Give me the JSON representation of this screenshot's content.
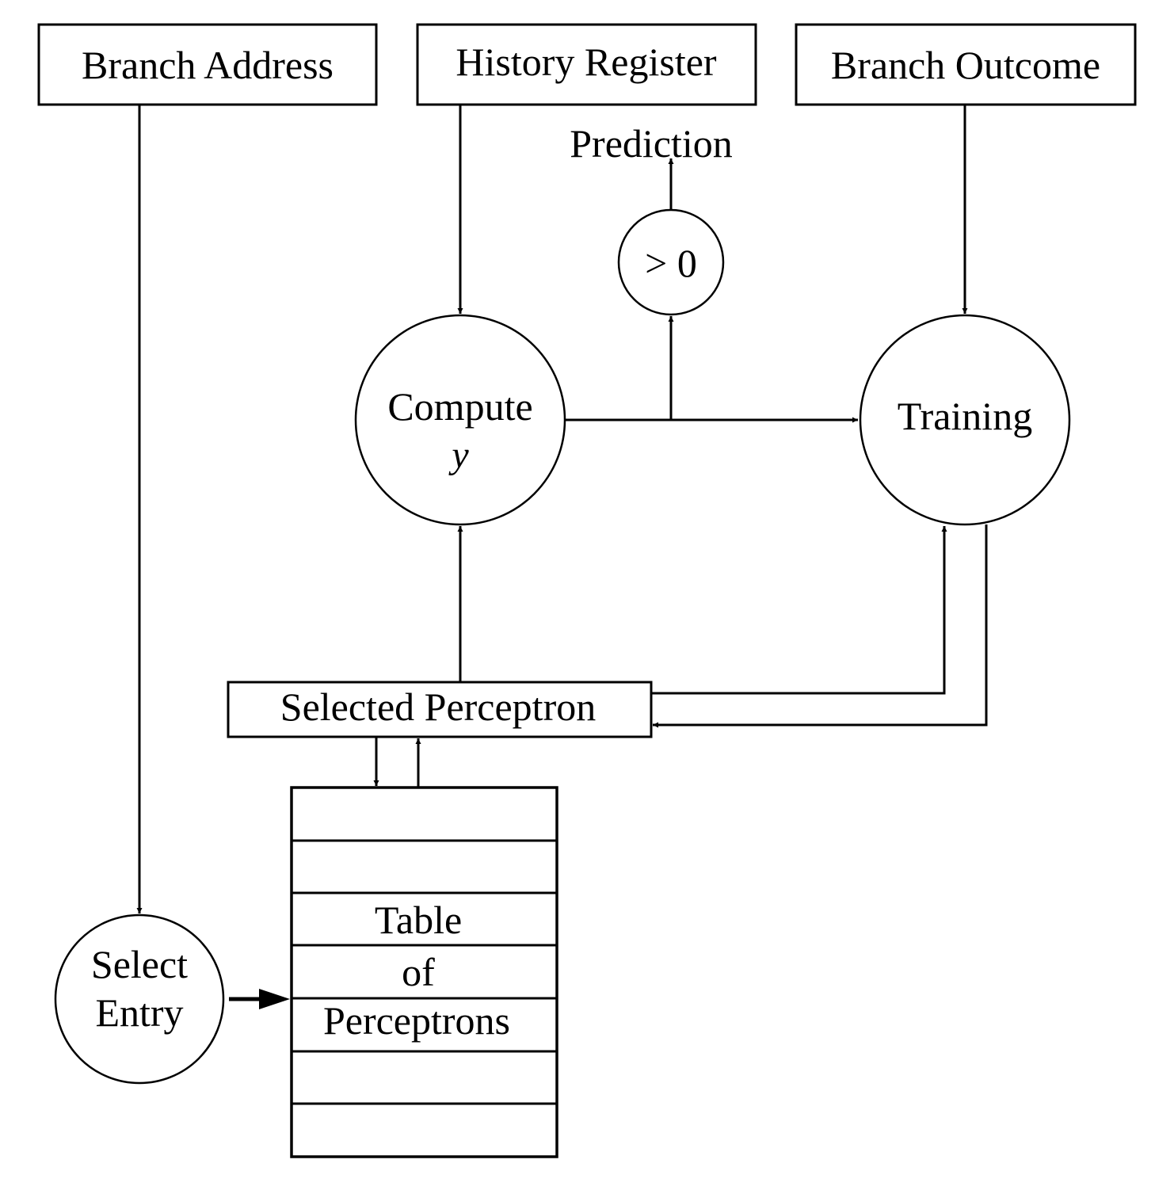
{
  "inputs": {
    "branch_address": "Branch Address",
    "history_register": "History Register",
    "branch_outcome": "Branch Outcome"
  },
  "outputs": {
    "prediction": "Prediction"
  },
  "nodes": {
    "compare": "> 0",
    "compute_line1": "Compute",
    "compute_line2": "y",
    "training": "Training",
    "select_line1": "Select",
    "select_line2": "Entry"
  },
  "selected_perceptron": "Selected Perceptron",
  "table": {
    "line1": "Table",
    "line2": "of",
    "line3": "Perceptrons"
  }
}
